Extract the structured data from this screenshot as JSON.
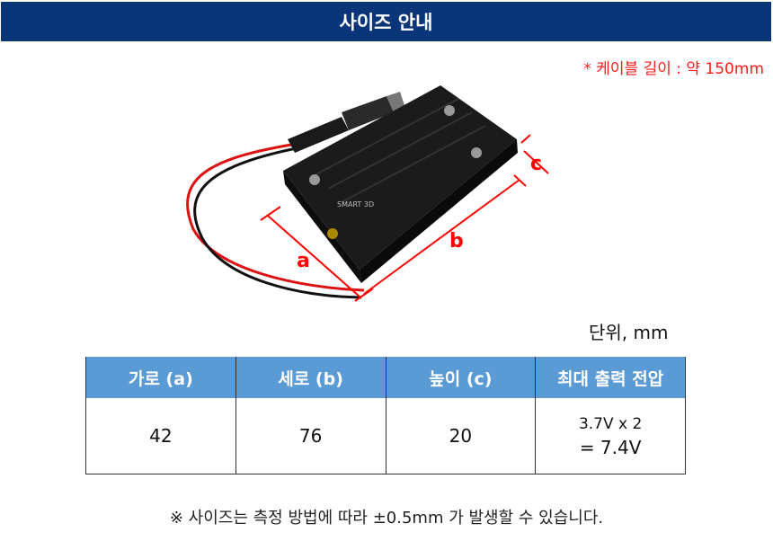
{
  "header": {
    "title": "사이즈 안내"
  },
  "cable_note": "* 케이블 길이 : 약 150mm",
  "photo": {
    "watermark": "SMART 3D",
    "dimension_labels": {
      "a": "a",
      "b": "b",
      "c": "c"
    },
    "line_color": "#ff0000"
  },
  "unit_label": "단위, mm",
  "table": {
    "headers": [
      "가로 (a)",
      "세로 (b)",
      "높이 (c)",
      "최대 출력 전압"
    ],
    "row": {
      "width": "42",
      "length": "76",
      "height": "20",
      "voltage_line1": "3.7V x 2",
      "voltage_line2": "= 7.4V"
    }
  },
  "footnote": "※ 사이즈는 측정 방법에 따라 ±0.5mm 가 발생할 수 있습니다."
}
